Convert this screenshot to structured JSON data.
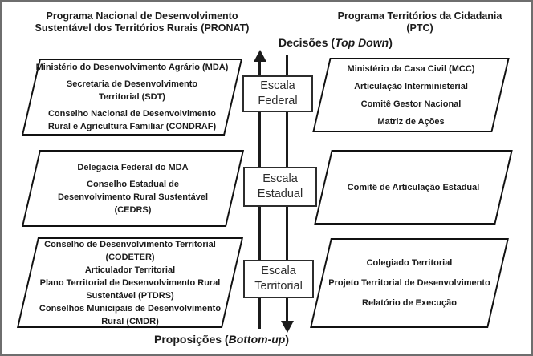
{
  "titles": {
    "left": "Programa Nacional de Desenvolvimento\nSustentável dos Territórios Rurais (PRONAT)",
    "right": "Programa Territórios da Cidadania\n(PTC)"
  },
  "flows": {
    "top": {
      "prefix": "Decisões (",
      "italic": "Top Down",
      "suffix": ")"
    },
    "bottom": {
      "prefix": "Proposições (",
      "italic": "Bottom-up",
      "suffix": ")"
    }
  },
  "scales": {
    "federal": "Escala\nFederal",
    "estadual": "Escala\nEstadual",
    "territorial": "Escala\nTerritorial"
  },
  "pronat": {
    "federal_items": [
      "Ministério do Desenvolvimento Agrário (MDA)",
      "Secretaria de Desenvolvimento\nTerritorial (SDT)",
      "Conselho Nacional de Desenvolvimento\nRural e Agricultura Familiar (CONDRAF)"
    ],
    "estadual_items": [
      "Delegacia Federal do MDA",
      "Conselho Estadual de\nDesenvolvimento Rural Sustentável\n(CEDRS)"
    ],
    "territorial_items": [
      "Conselho de Desenvolvimento Territorial\n(CODETER)",
      "Articulador Territorial",
      "Plano Territorial de Desenvolvimento Rural\nSustentável (PTDRS)",
      "Conselhos Municipais de Desenvolvimento\nRural (CMDR)"
    ]
  },
  "ptc": {
    "federal_items": [
      "Ministério da Casa Civil (MCC)",
      "Articulação Interministerial",
      "Comitê Gestor Nacional",
      "Matriz de Ações"
    ],
    "estadual_items": [
      "Comitê de Articulação Estadual"
    ],
    "territorial_items": [
      "Colegiado Territorial",
      "Projeto Territorial de Desenvolvimento",
      "Relatório de Execução"
    ]
  },
  "colors": {
    "text": "#1b1b1b",
    "shape_border": "#111111",
    "frame_border": "#6e6e6e",
    "background": "#ffffff"
  }
}
